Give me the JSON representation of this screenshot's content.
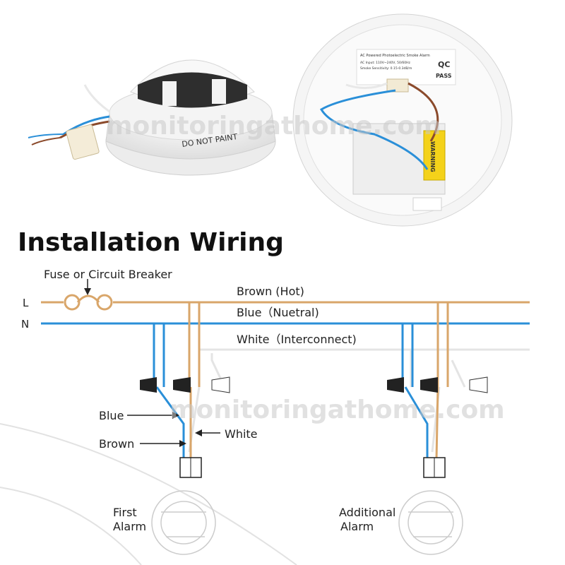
{
  "title": "Installation Wiring",
  "watermark": "monitoringathome.com",
  "photo_left": {
    "cover_text": "DO NOT PAINT"
  },
  "photo_right": {
    "label_title": "AC Powered Photoelectric Smoke Alarm",
    "label_line1": "AC Input: 110V~240V, 50/60Hz",
    "label_line2": "Smoke Sensitivity: 0.15-0.3dB/m",
    "qc": "QC",
    "pass": "PASS",
    "warning": "WARNING"
  },
  "lines": {
    "L": "L",
    "N": "N"
  },
  "labels": {
    "breaker": "Fuse or Circuit Breaker",
    "brown_hot": "Brown (Hot)",
    "blue_neutral": "Blue（Nuetral)",
    "white_interconnect": "White（Interconnect)",
    "blue": "Blue",
    "brown": "Brown",
    "white": "White",
    "first_alarm_1": "First",
    "first_alarm_2": "Alarm",
    "add_alarm_1": "Additional",
    "add_alarm_2": "Alarm"
  },
  "colors": {
    "brown_wire": "#d9a66a",
    "blue_wire": "#2a8fd8",
    "white_wire": "#e4e4e4",
    "connector": "#222222"
  }
}
